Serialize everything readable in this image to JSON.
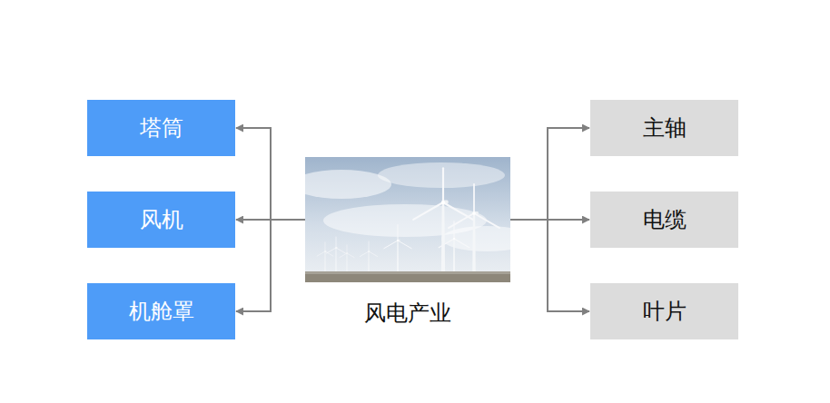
{
  "diagram": {
    "nodes": [
      {
        "text": [
          "塔筒"
        ]
      },
      {
        "text": [
          "风机"
        ]
      },
      {
        "text": [
          "机舱罩"
        ]
      },
      {
        "text": [
          "风电产业"
        ]
      },
      {
        "text": [
          "主轴"
        ]
      },
      {
        "text": [
          "电缆"
        ]
      },
      {
        "text": [
          "叶片"
        ]
      }
    ],
    "edges": [
      {
        "from": 3,
        "to": 0,
        "arrow": "to"
      },
      {
        "from": 3,
        "to": 1,
        "arrow": "to"
      },
      {
        "from": 3,
        "to": 2,
        "arrow": "to"
      },
      {
        "from": 3,
        "to": 4,
        "arrow": "to"
      },
      {
        "from": 3,
        "to": 5,
        "arrow": "to"
      },
      {
        "from": 3,
        "to": 6,
        "arrow": "to"
      }
    ]
  }
}
